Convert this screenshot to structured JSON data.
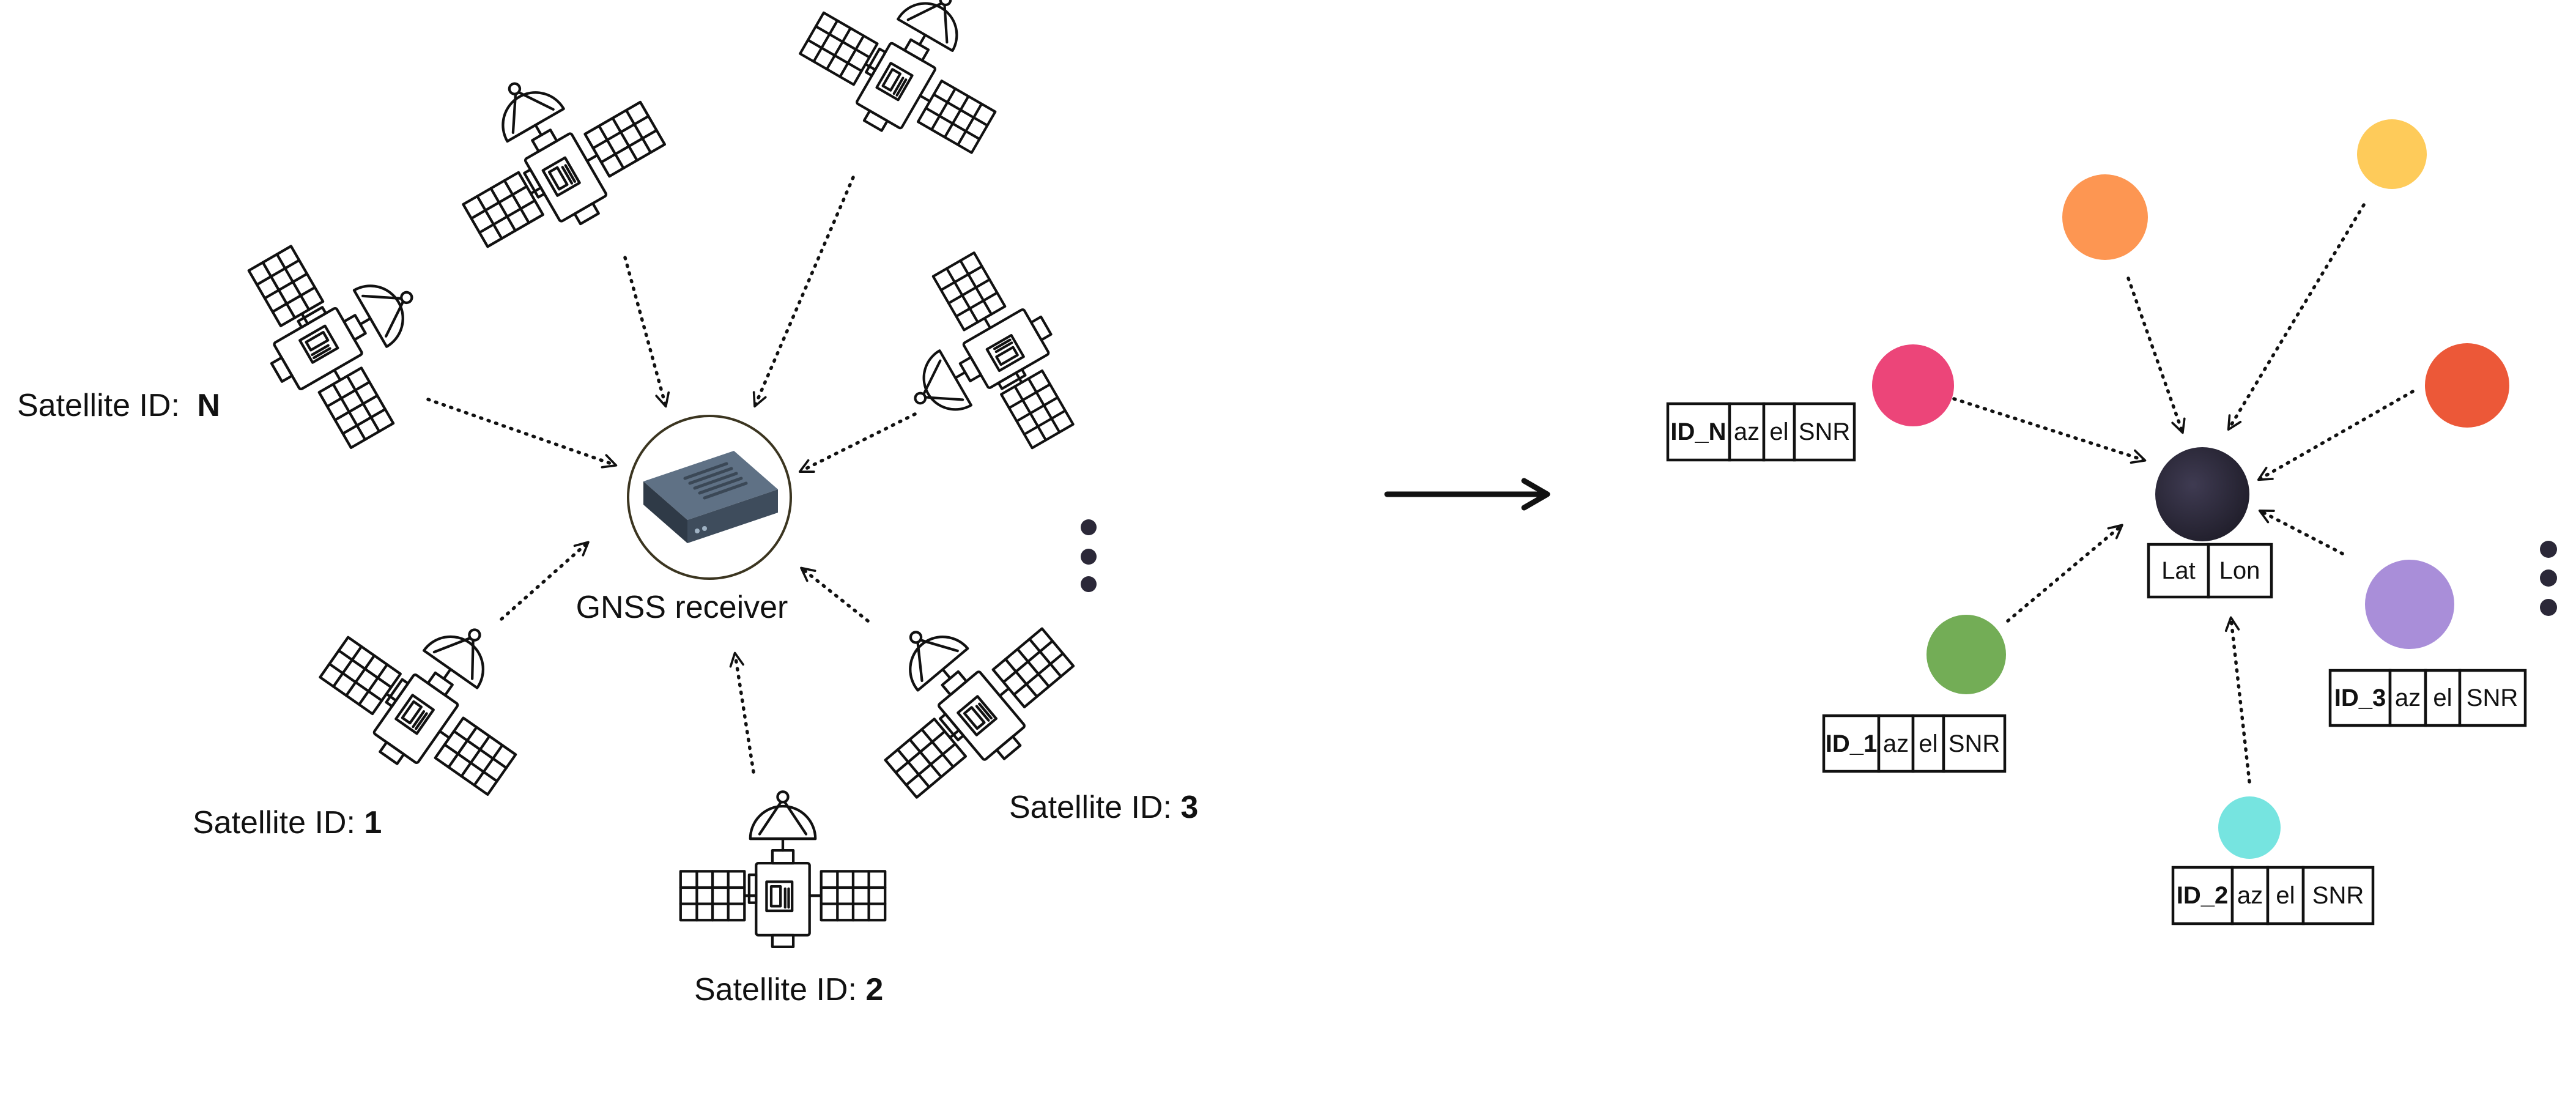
{
  "left_panel": {
    "receiver_label": "GNSS receiver",
    "satellites": [
      {
        "prefix": "Satellite ID: ",
        "id": "N"
      },
      {
        "prefix": "Satellite ID: ",
        "id": "1"
      },
      {
        "prefix": "Satellite ID: ",
        "id": "2"
      },
      {
        "prefix": "Satellite ID: ",
        "id": "3"
      }
    ]
  },
  "right_panel": {
    "center_node": {
      "color": "#2b2838",
      "fields": [
        "Lat",
        "Lon"
      ]
    },
    "feature_nodes": [
      {
        "id": "ID_N",
        "color": "#ec4579",
        "fields": [
          "az",
          "el",
          "SNR"
        ]
      },
      {
        "id": "ID_1",
        "color": "#73ad56",
        "fields": [
          "az",
          "el",
          "SNR"
        ]
      },
      {
        "id": "ID_2",
        "color": "#76e4e0",
        "fields": [
          "az",
          "el",
          "SNR"
        ]
      },
      {
        "id": "ID_3",
        "color": "#a98ed9",
        "fields": [
          "az",
          "el",
          "SNR"
        ]
      },
      {
        "id": "",
        "color": "#fd9652",
        "fields": []
      },
      {
        "id": "",
        "color": "#fecb5a",
        "fields": []
      },
      {
        "id": "",
        "color": "#ec5838",
        "fields": []
      }
    ]
  },
  "colors": {
    "ink": "#111111",
    "ellipsis": "#2b2838"
  }
}
